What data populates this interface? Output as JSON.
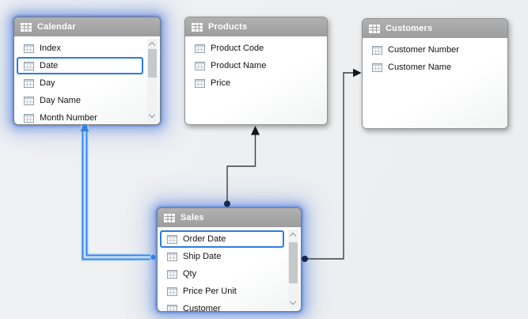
{
  "canvas": {
    "background": "#edeff1"
  },
  "colors": {
    "header_gray": "#a7a7a7",
    "selection_blue": "#2b7de0",
    "relationship_blue": "#2e84ea",
    "relationship_black": "#3f3f3f",
    "many_side_dot_navy": "#16294d",
    "glow_blue": "#5c86db"
  },
  "tables": [
    {
      "name": "Calendar",
      "selected": true,
      "scrollbar": true,
      "fields": [
        {
          "label": "Index"
        },
        {
          "label": "Date",
          "selected": true
        },
        {
          "label": "Day"
        },
        {
          "label": "Day Name"
        },
        {
          "label": "Month Number",
          "clipped": true
        }
      ]
    },
    {
      "name": "Products",
      "selected": false,
      "scrollbar": false,
      "fields": [
        {
          "label": "Product Code"
        },
        {
          "label": "Product Name"
        },
        {
          "label": "Price"
        }
      ]
    },
    {
      "name": "Customers",
      "selected": false,
      "scrollbar": false,
      "fields": [
        {
          "label": "Customer Number"
        },
        {
          "label": "Customer Name"
        }
      ]
    },
    {
      "name": "Sales",
      "selected": true,
      "scrollbar": true,
      "fields": [
        {
          "label": "Order Date",
          "selected": true
        },
        {
          "label": "Ship Date"
        },
        {
          "label": "Qty"
        },
        {
          "label": "Price Per Unit"
        },
        {
          "label": "Customer",
          "clipped": true
        }
      ]
    }
  ],
  "relationships": [
    {
      "from": "Sales",
      "to": "Calendar",
      "selected": true,
      "style": "double-blue"
    },
    {
      "from": "Sales",
      "to": "Products",
      "selected": false,
      "style": "single-black"
    },
    {
      "from": "Sales",
      "to": "Customers",
      "selected": false,
      "style": "single-black"
    }
  ]
}
